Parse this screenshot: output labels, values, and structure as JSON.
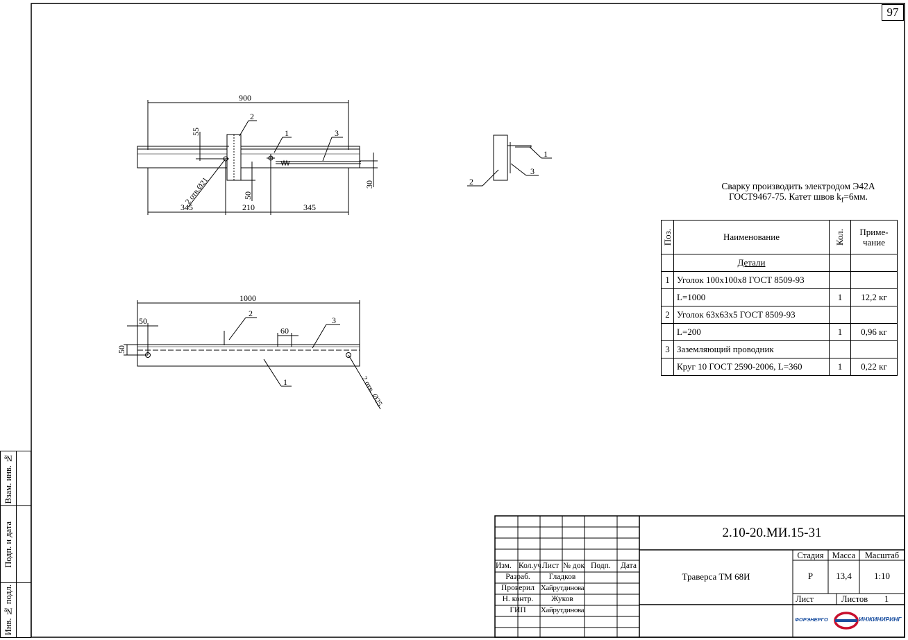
{
  "page_number": "97",
  "note": {
    "line1": "Сварку производить электродом Э42А",
    "line2_prefix": "ГОСТ9467-75. Катет швов k",
    "line2_sub": "f",
    "line2_suffix": "=6мм."
  },
  "spec_table": {
    "headers": {
      "pos": "Поз.",
      "name": "Наименование",
      "qty": "Кол.",
      "note": "Приме-\nчание"
    },
    "rows": [
      {
        "pos": "",
        "name": "Детали",
        "qty": "",
        "note": "",
        "underline": true
      },
      {
        "pos": "1",
        "name": "Уголок 100х100х8 ГОСТ 8509-93",
        "qty": "",
        "note": ""
      },
      {
        "pos": "",
        "name": "L=1000",
        "qty": "1",
        "note": "12,2 кг"
      },
      {
        "pos": "2",
        "name": "Уголок 63х63х5 ГОСТ 8509-93",
        "qty": "",
        "note": ""
      },
      {
        "pos": "",
        "name": "L=200",
        "qty": "1",
        "note": "0,96 кг"
      },
      {
        "pos": "3",
        "name": "Заземляющий проводник",
        "qty": "",
        "note": ""
      },
      {
        "pos": "",
        "name": "Круг 10 ГОСТ 2590-2006, L=360",
        "qty": "1",
        "note": "0,22 кг"
      }
    ]
  },
  "title_block": {
    "doc_code": "2.10-20.МИ.15-31",
    "item_name": "Траверса ТМ 68И",
    "col_headers": [
      "Изм.",
      "Кол.уч",
      "Лист",
      "№ док",
      "Подп.",
      "Дата"
    ],
    "roles": [
      {
        "role": "Разраб.",
        "name": "Гладков"
      },
      {
        "role": "Проверил",
        "name": "Хайрутдинова"
      },
      {
        "role": "Н. контр.",
        "name": "Жуков"
      },
      {
        "role": "ГИП",
        "name": "Хайрутдинова"
      }
    ],
    "stage_label": "Стадия",
    "mass_label": "Масса",
    "scale_label": "Масштаб",
    "stage": "Р",
    "mass": "13,4",
    "scale": "1:10",
    "sheet_label": "Лист",
    "sheets_label": "Листов",
    "sheets": "1",
    "logo_left": "ФОРЭНЕРГО",
    "logo_right": "ИНЖИНИРИНГ"
  },
  "sidebar": {
    "inv_swap": "Взам. инв. №",
    "sign_date": "Подп. и дата",
    "inv_orig": "Инв. № подл."
  },
  "drawing_top": {
    "dim_total": "900",
    "dim_55": "55",
    "dim_50": "50",
    "dim_30": "30",
    "dim_left": "345",
    "dim_mid": "210",
    "dim_right": "345",
    "holes": "2 отв.Ø21",
    "callout1": "1",
    "callout2": "2",
    "callout3": "3"
  },
  "drawing_side": {
    "callout1": "1",
    "callout2": "2",
    "callout3": "3"
  },
  "drawing_bottom": {
    "dim_total": "1000",
    "dim_50a": "50",
    "dim_50b": "50",
    "dim_60": "60",
    "holes": "2 отв. Ø25",
    "callout1": "1",
    "callout2": "2",
    "callout3": "3"
  }
}
